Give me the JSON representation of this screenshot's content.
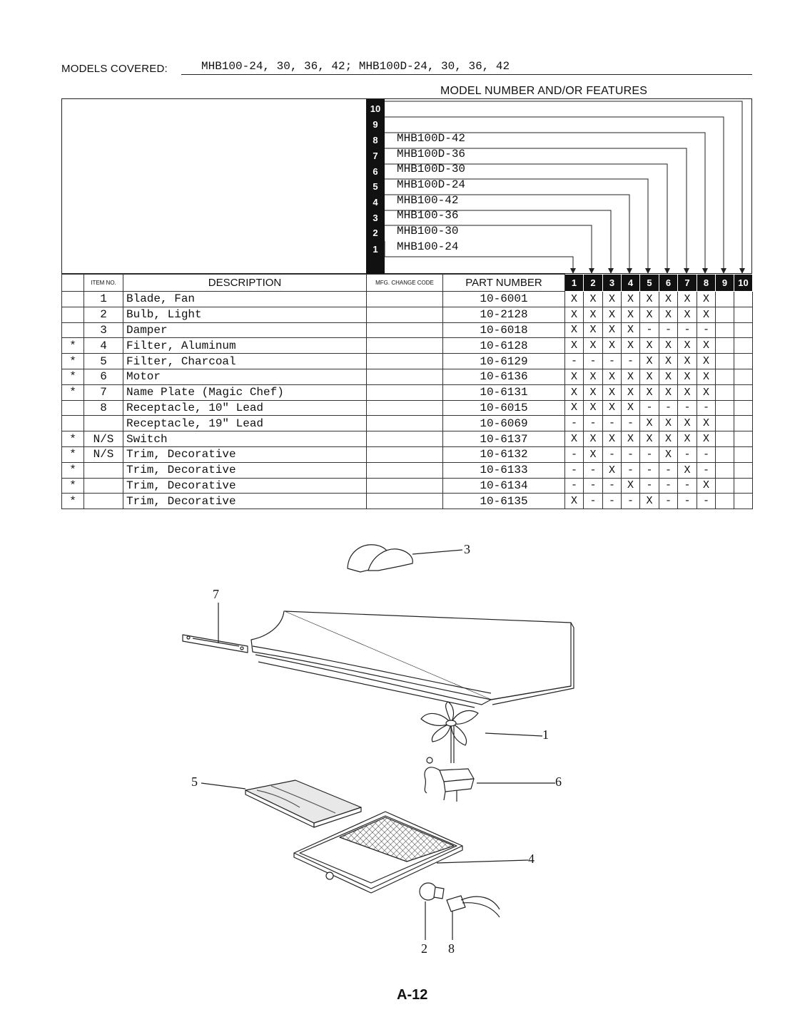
{
  "header": {
    "models_covered_label": "MODELS COVERED:",
    "models_covered_value": "MHB100-24, 30, 36, 42; MHB100D-24, 30, 36, 42",
    "features_title": "MODEL NUMBER AND/OR FEATURES"
  },
  "model_columns": [
    {
      "num": "1",
      "model": "MHB100-24"
    },
    {
      "num": "2",
      "model": "MHB100-30"
    },
    {
      "num": "3",
      "model": "MHB100-36"
    },
    {
      "num": "4",
      "model": "MHB100-42"
    },
    {
      "num": "5",
      "model": "MHB100D-24"
    },
    {
      "num": "6",
      "model": "MHB100D-30"
    },
    {
      "num": "7",
      "model": "MHB100D-36"
    },
    {
      "num": "8",
      "model": "MHB100D-42"
    },
    {
      "num": "9",
      "model": ""
    },
    {
      "num": "10",
      "model": ""
    }
  ],
  "table": {
    "headers": {
      "item_no": "ITEM NO.",
      "description": "DESCRIPTION",
      "mfg_change_code": "MFG. CHANGE CODE",
      "part_number": "PART NUMBER"
    },
    "rows": [
      {
        "star": "",
        "item": "1",
        "desc": "Blade, Fan",
        "part": "10-6001",
        "marks": [
          "X",
          "X",
          "X",
          "X",
          "X",
          "X",
          "X",
          "X",
          "",
          ""
        ]
      },
      {
        "star": "",
        "item": "2",
        "desc": "Bulb, Light",
        "part": "10-2128",
        "marks": [
          "X",
          "X",
          "X",
          "X",
          "X",
          "X",
          "X",
          "X",
          "",
          ""
        ]
      },
      {
        "star": "",
        "item": "3",
        "desc": "Damper",
        "part": "10-6018",
        "marks": [
          "X",
          "X",
          "X",
          "X",
          "-",
          "-",
          "-",
          "-",
          "",
          ""
        ]
      },
      {
        "star": "*",
        "item": "4",
        "desc": "Filter, Aluminum",
        "part": "10-6128",
        "marks": [
          "X",
          "X",
          "X",
          "X",
          "X",
          "X",
          "X",
          "X",
          "",
          ""
        ]
      },
      {
        "star": "*",
        "item": "5",
        "desc": "Filter, Charcoal",
        "part": "10-6129",
        "marks": [
          "-",
          "-",
          "-",
          "-",
          "X",
          "X",
          "X",
          "X",
          "",
          ""
        ]
      },
      {
        "star": "*",
        "item": "6",
        "desc": "Motor",
        "part": "10-6136",
        "marks": [
          "X",
          "X",
          "X",
          "X",
          "X",
          "X",
          "X",
          "X",
          "",
          ""
        ]
      },
      {
        "star": "*",
        "item": "7",
        "desc": "Name Plate (Magic Chef)",
        "part": "10-6131",
        "marks": [
          "X",
          "X",
          "X",
          "X",
          "X",
          "X",
          "X",
          "X",
          "",
          ""
        ]
      },
      {
        "star": "",
        "item": "8",
        "desc": "Receptacle, 10\" Lead",
        "part": "10-6015",
        "marks": [
          "X",
          "X",
          "X",
          "X",
          "-",
          "-",
          "-",
          "-",
          "",
          ""
        ]
      },
      {
        "star": "",
        "item": "",
        "desc": "Receptacle, 19\" Lead",
        "part": "10-6069",
        "marks": [
          "-",
          "-",
          "-",
          "-",
          "X",
          "X",
          "X",
          "X",
          "",
          ""
        ]
      },
      {
        "star": "*",
        "item": "N/S",
        "desc": "Switch",
        "part": "10-6137",
        "marks": [
          "X",
          "X",
          "X",
          "X",
          "X",
          "X",
          "X",
          "X",
          "",
          ""
        ]
      },
      {
        "star": "*",
        "item": "N/S",
        "desc": "Trim, Decorative",
        "part": "10-6132",
        "marks": [
          "-",
          "X",
          "-",
          "-",
          "-",
          "X",
          "-",
          "-",
          "",
          ""
        ]
      },
      {
        "star": "*",
        "item": "",
        "desc": "Trim, Decorative",
        "part": "10-6133",
        "marks": [
          "-",
          "-",
          "X",
          "-",
          "-",
          "-",
          "X",
          "-",
          "",
          ""
        ]
      },
      {
        "star": "*",
        "item": "",
        "desc": "Trim, Decorative",
        "part": "10-6134",
        "marks": [
          "-",
          "-",
          "-",
          "X",
          "-",
          "-",
          "-",
          "X",
          "",
          ""
        ]
      },
      {
        "star": "*",
        "item": "",
        "desc": "Trim, Decorative",
        "part": "10-6135",
        "marks": [
          "X",
          "-",
          "-",
          "-",
          "X",
          "-",
          "-",
          "-",
          "",
          ""
        ]
      }
    ]
  },
  "diagram_callouts": {
    "damper": "3",
    "name_plate": "7",
    "fan_blade": "1",
    "motor": "6",
    "charcoal_filter": "5",
    "aluminum_filter": "4",
    "bulb": "2",
    "receptacle": "8"
  },
  "footer": {
    "page_number": "A-12"
  }
}
